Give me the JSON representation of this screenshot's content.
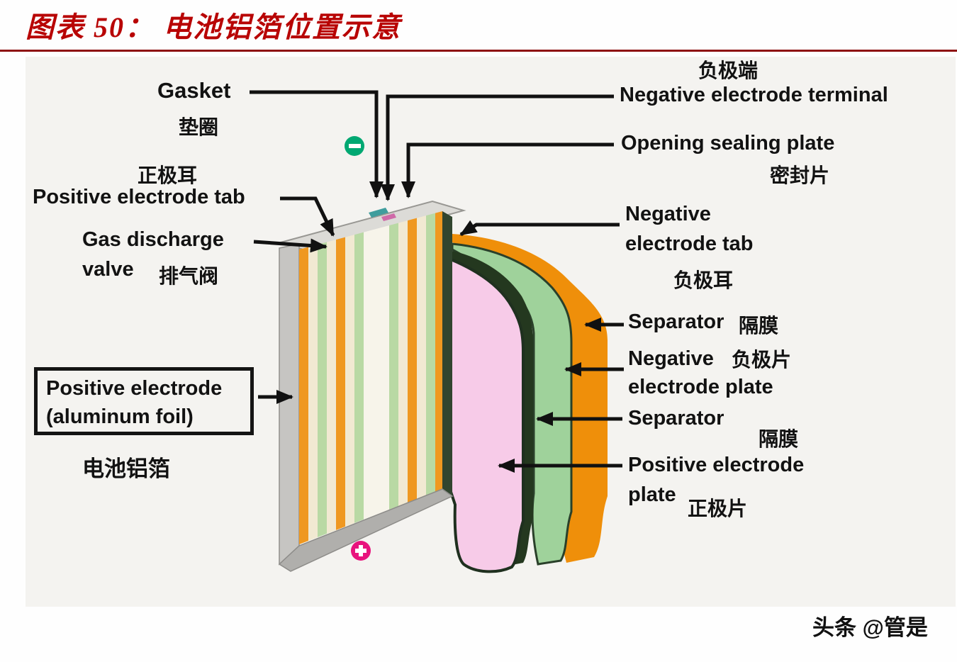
{
  "title": {
    "text": "图表 50：  电池铝箔位置示意"
  },
  "watermark": {
    "text": "头条 @管是"
  },
  "colors": {
    "title_red": "#b80404",
    "underline_red": "#8e1212",
    "sheet_orange": "#ef8f0a",
    "sheet_green": "#9fd29b",
    "sheet_dark": "#24381f",
    "sheet_pink": "#f7cbe8",
    "case_gray": "#c6c5c2",
    "lid_gray": "#dcdbd7",
    "base_gray": "#b0afac",
    "minus_green": "#00a872",
    "plus_magenta": "#e8137d",
    "arrow_black": "#111111"
  },
  "labels": {
    "neg_terminal_cn": "负极端",
    "gasket_en": "Gasket",
    "gasket_cn": "垫圈",
    "neg_terminal_en": "Negative electrode terminal",
    "sealing_en": "Opening sealing plate",
    "sealing_cn": "密封片",
    "pos_tab_cn": "正极耳",
    "pos_tab_en": "Positive electrode tab",
    "gas_valve_en1": "Gas discharge",
    "gas_valve_en2": "valve",
    "gas_valve_cn": "排气阀",
    "neg_tab_en1": "Negative",
    "neg_tab_en2": "electrode tab",
    "neg_tab_cn": "负极耳",
    "separator1_en": "Separator",
    "separator1_cn": "隔膜",
    "neg_plate_en1": "Negative",
    "neg_plate_en2": "electrode plate",
    "neg_plate_cn": "负极片",
    "separator2_en": "Separator",
    "separator2_cn": "隔膜",
    "pos_plate_en1": "Positive electrode",
    "pos_plate_en2": "plate",
    "pos_plate_cn": "正极片",
    "pos_foil_en1": "Positive electrode",
    "pos_foil_en2": "(aluminum foil)",
    "pos_foil_cn": "电池铝箔"
  }
}
